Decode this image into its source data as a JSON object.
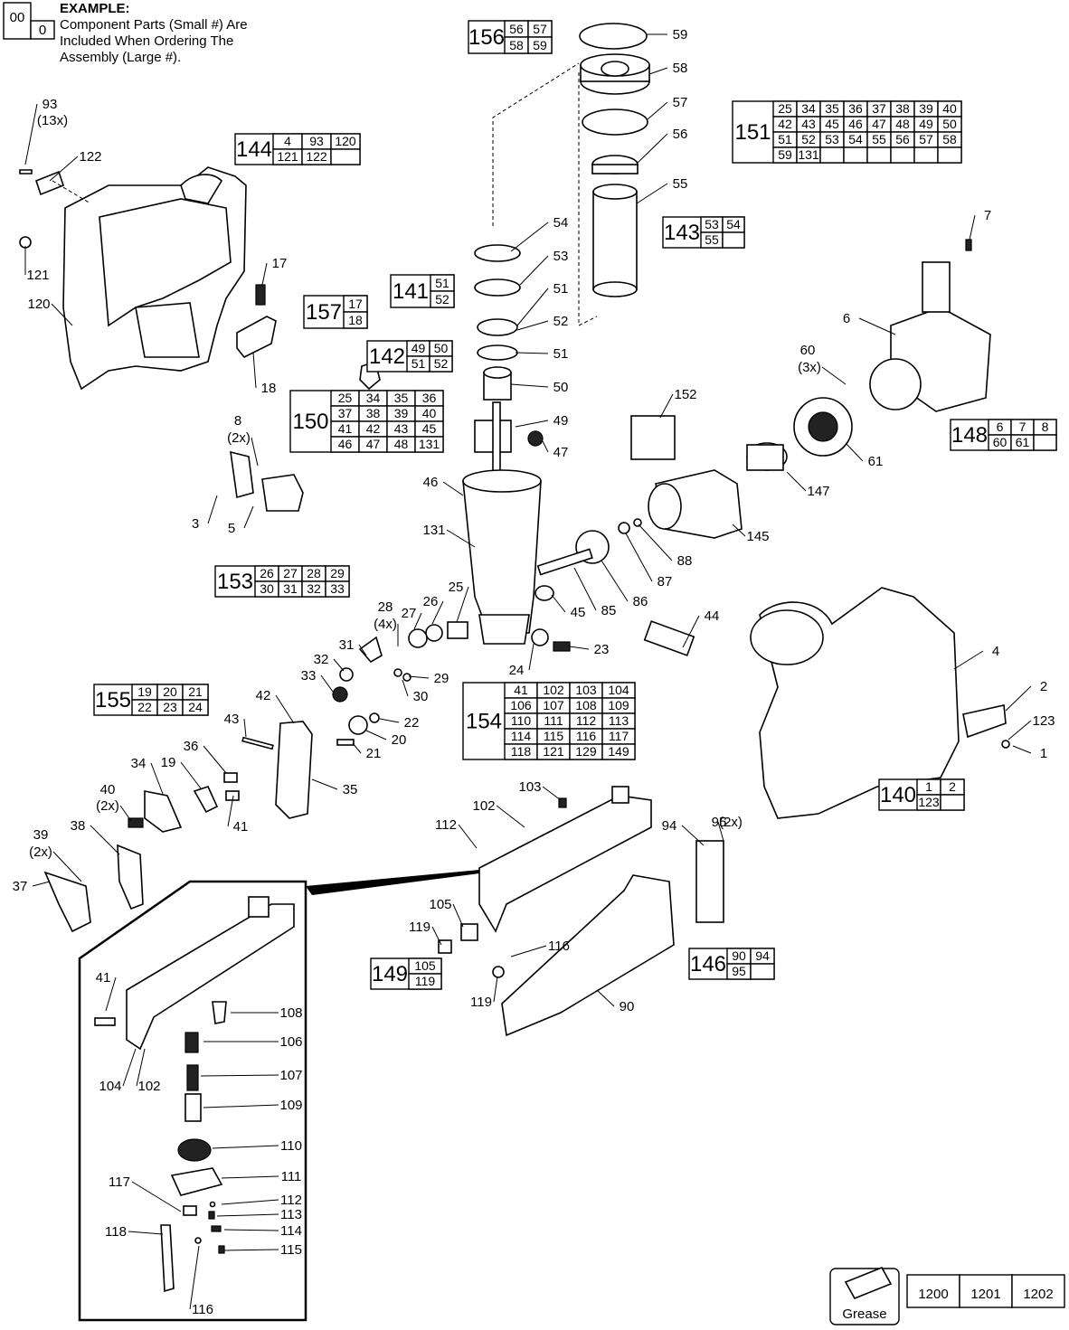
{
  "example": {
    "big": "00",
    "small": "0",
    "title": "EXAMPLE:",
    "lines": [
      "Component Parts (Small #) Are",
      "Included When Ordering The",
      "Assembly (Large #)."
    ]
  },
  "assemblies": [
    {
      "id": "156",
      "parts": [
        "56",
        "57",
        "58",
        "59"
      ],
      "cols": 2
    },
    {
      "id": "151",
      "parts": [
        "25",
        "34",
        "35",
        "36",
        "37",
        "38",
        "39",
        "40",
        "42",
        "43",
        "45",
        "46",
        "47",
        "48",
        "49",
        "50",
        "51",
        "52",
        "53",
        "54",
        "55",
        "56",
        "57",
        "58",
        "59",
        "131"
      ],
      "cols": 8
    },
    {
      "id": "144",
      "parts": [
        "4",
        "93",
        "120",
        "121",
        "122"
      ],
      "cols": 3
    },
    {
      "id": "143",
      "parts": [
        "53",
        "54",
        "55"
      ],
      "cols": 2
    },
    {
      "id": "141",
      "parts": [
        "51",
        "52"
      ],
      "cols": 1
    },
    {
      "id": "157",
      "parts": [
        "17",
        "18"
      ],
      "cols": 1
    },
    {
      "id": "142",
      "parts": [
        "49",
        "50",
        "51",
        "52"
      ],
      "cols": 2
    },
    {
      "id": "150",
      "parts": [
        "25",
        "34",
        "35",
        "36",
        "37",
        "38",
        "39",
        "40",
        "41",
        "42",
        "43",
        "45",
        "46",
        "47",
        "48",
        "131"
      ],
      "cols": 4
    },
    {
      "id": "148",
      "parts": [
        "6",
        "7",
        "8",
        "60",
        "61"
      ],
      "cols": 3
    },
    {
      "id": "153",
      "parts": [
        "26",
        "27",
        "28",
        "29",
        "30",
        "31",
        "32",
        "33"
      ],
      "cols": 4
    },
    {
      "id": "155",
      "parts": [
        "19",
        "20",
        "21",
        "22",
        "23",
        "24"
      ],
      "cols": 3
    },
    {
      "id": "154",
      "parts": [
        "41",
        "102",
        "103",
        "104",
        "106",
        "107",
        "108",
        "109",
        "110",
        "111",
        "112",
        "113",
        "114",
        "115",
        "116",
        "117",
        "118",
        "121",
        "129",
        "149"
      ],
      "cols": 4
    },
    {
      "id": "140",
      "parts": [
        "1",
        "2",
        "123"
      ],
      "cols": 2
    },
    {
      "id": "149",
      "parts": [
        "105",
        "119"
      ],
      "cols": 1
    },
    {
      "id": "146",
      "parts": [
        "90",
        "94",
        "95"
      ],
      "cols": 2
    }
  ],
  "labels": [
    {
      "key": "l93",
      "text": "93"
    },
    {
      "key": "l93q",
      "text": "(13x)"
    },
    {
      "key": "l122",
      "text": "122"
    },
    {
      "key": "l121",
      "text": "121"
    },
    {
      "key": "l120",
      "text": "120"
    },
    {
      "key": "l17",
      "text": "17"
    },
    {
      "key": "l18",
      "text": "18"
    },
    {
      "key": "l59",
      "text": "59"
    },
    {
      "key": "l58",
      "text": "58"
    },
    {
      "key": "l57",
      "text": "57"
    },
    {
      "key": "l56",
      "text": "56"
    },
    {
      "key": "l55",
      "text": "55"
    },
    {
      "key": "l54",
      "text": "54"
    },
    {
      "key": "l53",
      "text": "53"
    },
    {
      "key": "l51a",
      "text": "51"
    },
    {
      "key": "l52",
      "text": "52"
    },
    {
      "key": "l51b",
      "text": "51"
    },
    {
      "key": "l50",
      "text": "50"
    },
    {
      "key": "l49",
      "text": "49"
    },
    {
      "key": "l47",
      "text": "47"
    },
    {
      "key": "l46",
      "text": "46"
    },
    {
      "key": "l131",
      "text": "131"
    },
    {
      "key": "l7",
      "text": "7"
    },
    {
      "key": "l6",
      "text": "6"
    },
    {
      "key": "l60",
      "text": "60"
    },
    {
      "key": "l60q",
      "text": "(3x)"
    },
    {
      "key": "l152",
      "text": "152"
    },
    {
      "key": "l61",
      "text": "61"
    },
    {
      "key": "l147",
      "text": "147"
    },
    {
      "key": "l145",
      "text": "145"
    },
    {
      "key": "l88",
      "text": "88"
    },
    {
      "key": "l87",
      "text": "87"
    },
    {
      "key": "l86",
      "text": "86"
    },
    {
      "key": "l85",
      "text": "85"
    },
    {
      "key": "l45",
      "text": "45"
    },
    {
      "key": "l25",
      "text": "25"
    },
    {
      "key": "l8",
      "text": "8"
    },
    {
      "key": "l8q",
      "text": "(2x)"
    },
    {
      "key": "l3",
      "text": "3"
    },
    {
      "key": "l5",
      "text": "5"
    },
    {
      "key": "l28",
      "text": "28"
    },
    {
      "key": "l28q",
      "text": "(4x)"
    },
    {
      "key": "l27",
      "text": "27"
    },
    {
      "key": "l26",
      "text": "26"
    },
    {
      "key": "l31",
      "text": "31"
    },
    {
      "key": "l32",
      "text": "32"
    },
    {
      "key": "l33",
      "text": "33"
    },
    {
      "key": "l29",
      "text": "29"
    },
    {
      "key": "l30",
      "text": "30"
    },
    {
      "key": "l24",
      "text": "24"
    },
    {
      "key": "l23",
      "text": "23"
    },
    {
      "key": "l44",
      "text": "44"
    },
    {
      "key": "l4",
      "text": "4"
    },
    {
      "key": "l2",
      "text": "2"
    },
    {
      "key": "l123",
      "text": "123"
    },
    {
      "key": "l1",
      "text": "1"
    },
    {
      "key": "l42",
      "text": "42"
    },
    {
      "key": "l43",
      "text": "43"
    },
    {
      "key": "l22",
      "text": "22"
    },
    {
      "key": "l20",
      "text": "20"
    },
    {
      "key": "l21",
      "text": "21"
    },
    {
      "key": "l35",
      "text": "35"
    },
    {
      "key": "l34",
      "text": "34"
    },
    {
      "key": "l19",
      "text": "19"
    },
    {
      "key": "l36",
      "text": "36"
    },
    {
      "key": "l41a",
      "text": "41"
    },
    {
      "key": "l40",
      "text": "40"
    },
    {
      "key": "l40q",
      "text": "(2x)"
    },
    {
      "key": "l39",
      "text": "39"
    },
    {
      "key": "l39q",
      "text": "(2x)"
    },
    {
      "key": "l38",
      "text": "38"
    },
    {
      "key": "l37",
      "text": "37"
    },
    {
      "key": "l103",
      "text": "103"
    },
    {
      "key": "l102a",
      "text": "102"
    },
    {
      "key": "l112a",
      "text": "112"
    },
    {
      "key": "l95",
      "text": "95"
    },
    {
      "key": "l95q",
      "text": "(2x)"
    },
    {
      "key": "l94",
      "text": "94"
    },
    {
      "key": "l105",
      "text": "105"
    },
    {
      "key": "l119a",
      "text": "119"
    },
    {
      "key": "l116a",
      "text": "116"
    },
    {
      "key": "l119b",
      "text": "119"
    },
    {
      "key": "l90",
      "text": "90"
    },
    {
      "key": "l41b",
      "text": "41"
    },
    {
      "key": "l108",
      "text": "108"
    },
    {
      "key": "l106",
      "text": "106"
    },
    {
      "key": "l104",
      "text": "104"
    },
    {
      "key": "l102b",
      "text": "102"
    },
    {
      "key": "l107",
      "text": "107"
    },
    {
      "key": "l109",
      "text": "109"
    },
    {
      "key": "l110",
      "text": "110"
    },
    {
      "key": "l111",
      "text": "111"
    },
    {
      "key": "l117",
      "text": "117"
    },
    {
      "key": "l112b",
      "text": "112"
    },
    {
      "key": "l113",
      "text": "113"
    },
    {
      "key": "l118",
      "text": "118"
    },
    {
      "key": "l114",
      "text": "114"
    },
    {
      "key": "l115",
      "text": "115"
    },
    {
      "key": "l116b",
      "text": "116"
    }
  ],
  "grease": {
    "label": "Grease",
    "codes": [
      "1200",
      "1201",
      "1202"
    ]
  }
}
